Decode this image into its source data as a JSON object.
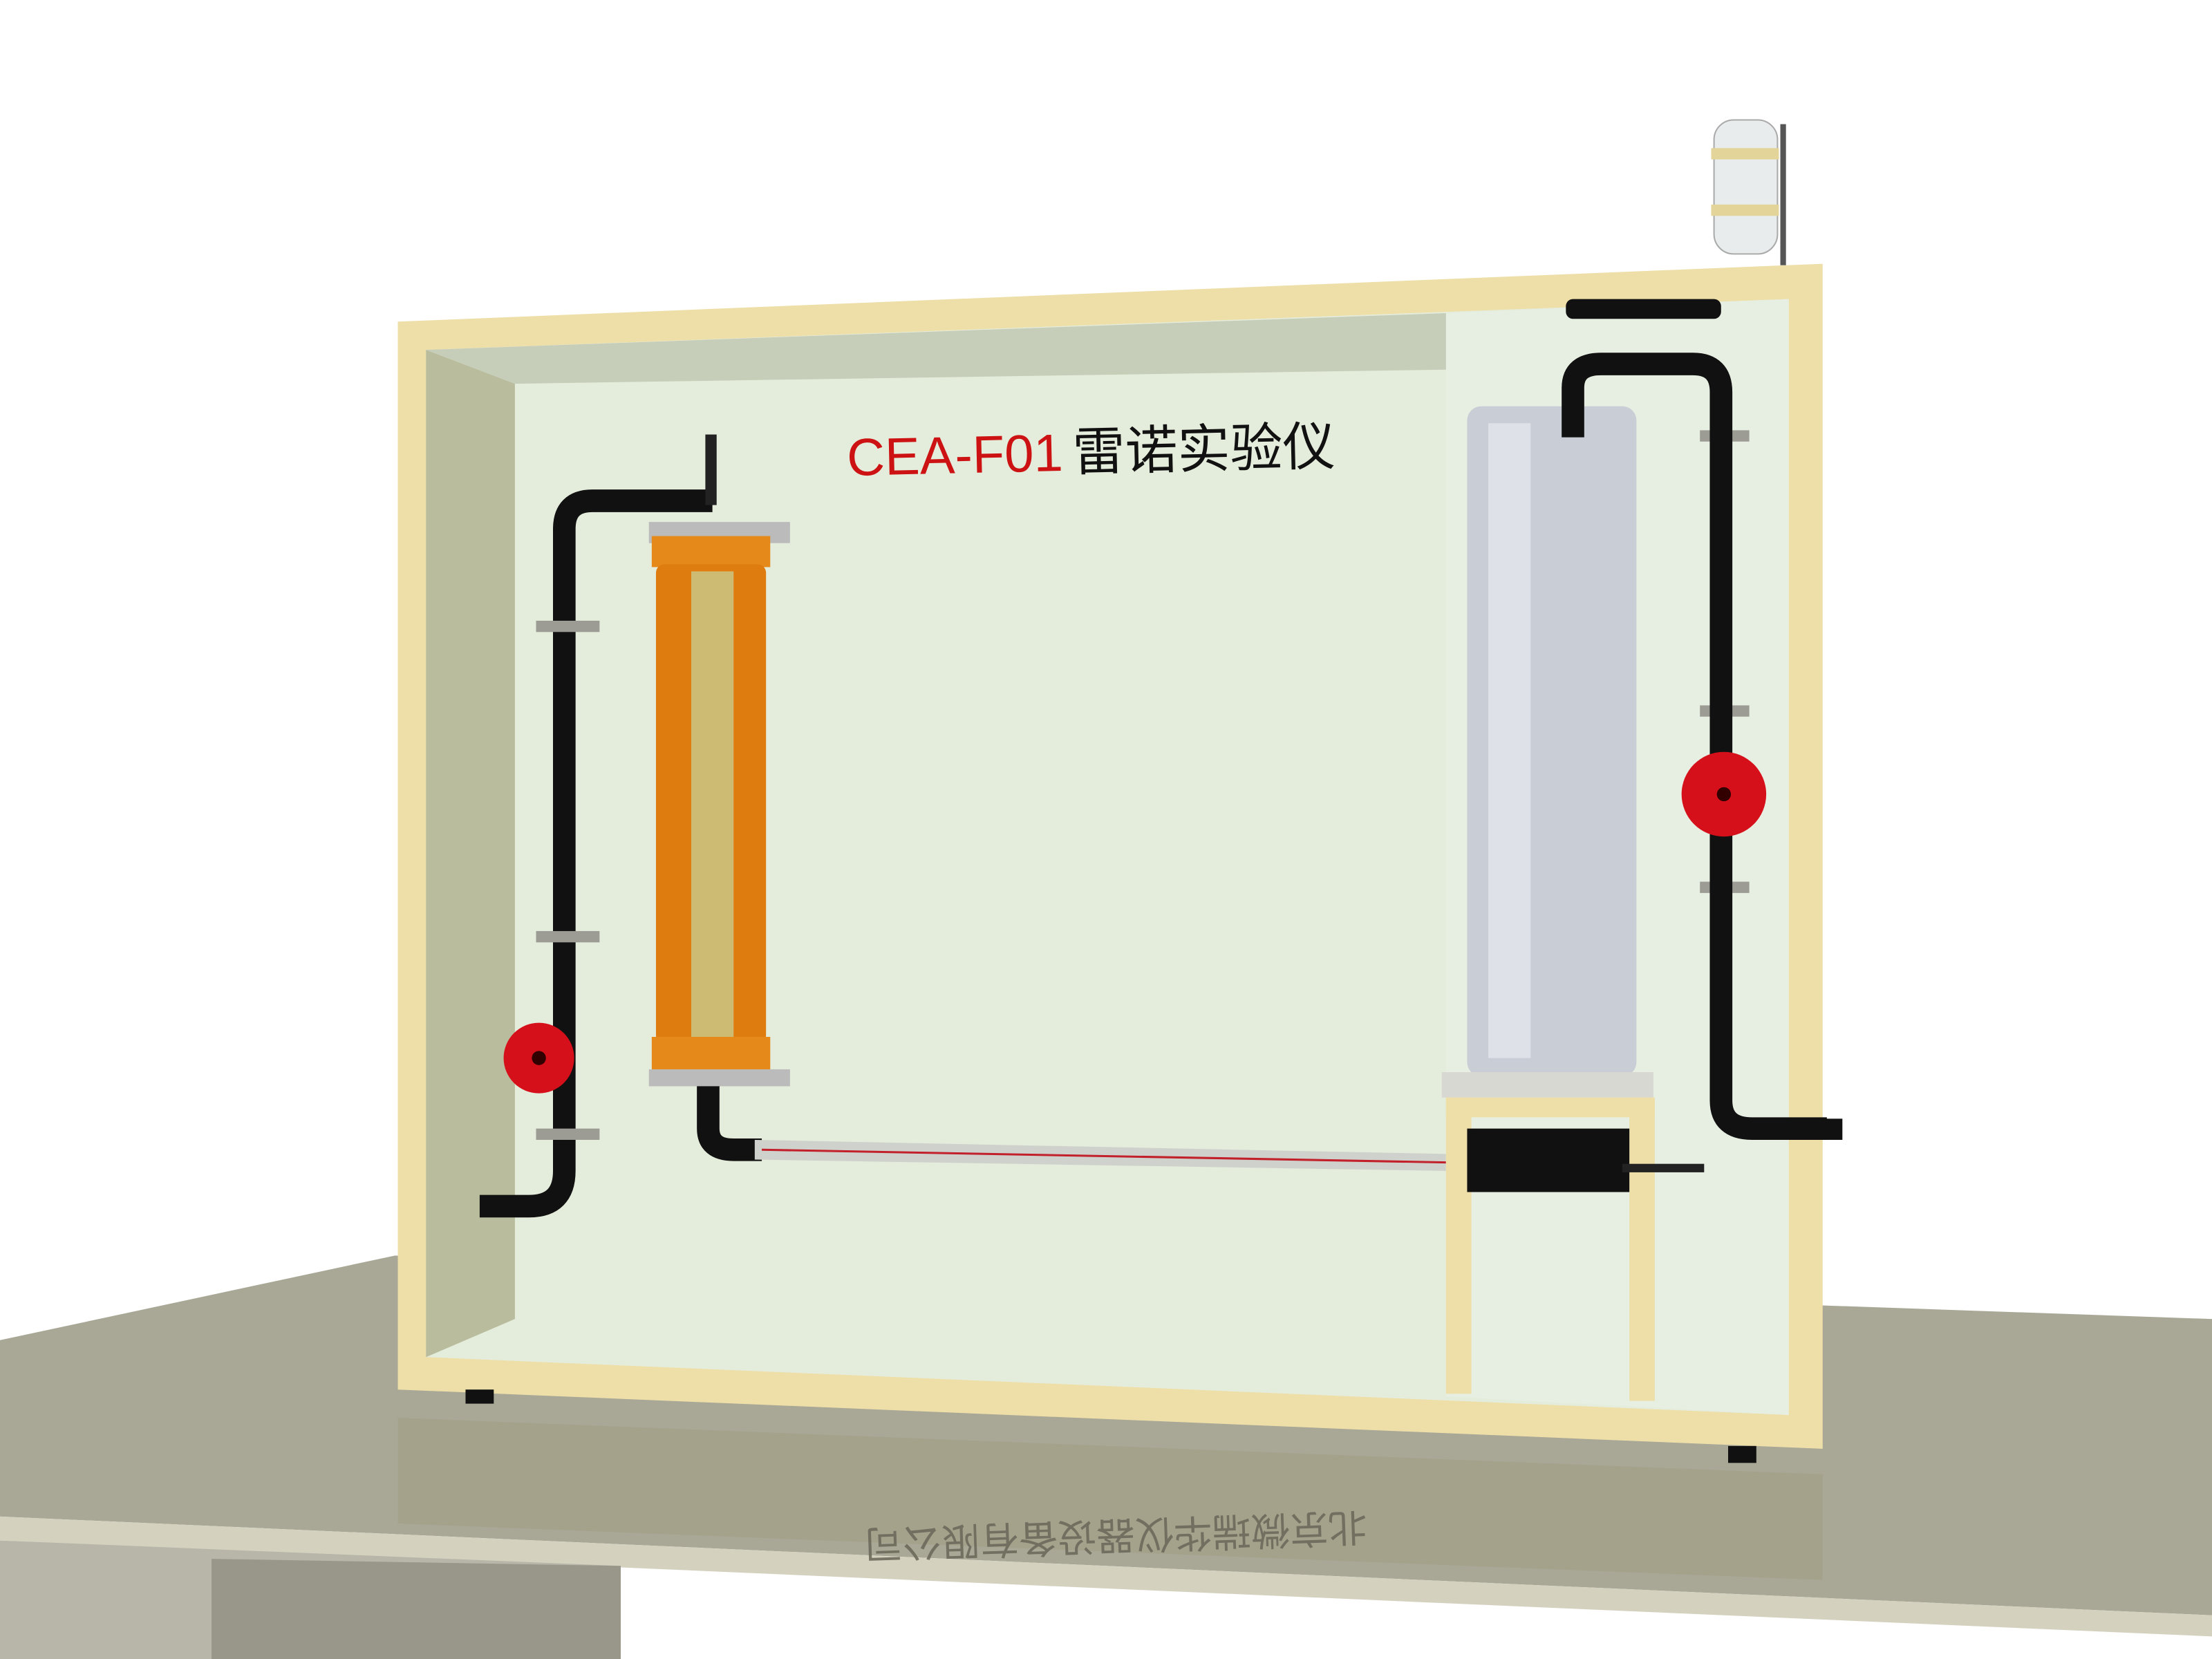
{
  "product": {
    "model": "CEA-F01",
    "name": "雷诺实验仪"
  },
  "reflection_text": "北京微瑞华仪器设备有限公司",
  "colors": {
    "frame": "#eedfa8",
    "panel": "#fbf7e4",
    "pipe": "#111111",
    "valve": "#d6101a",
    "tube_orange": "#e07c10",
    "table": "#a8a796"
  }
}
